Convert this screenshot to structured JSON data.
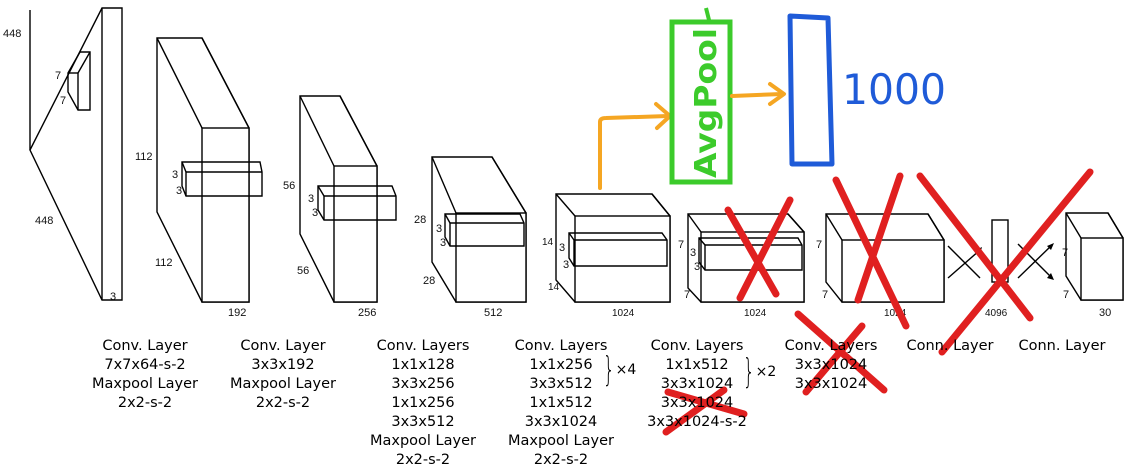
{
  "dimensions": {
    "input_h": "448",
    "input_w": "448",
    "input_c": "3",
    "input_k1": "7",
    "input_k2": "7",
    "b1_h": "112",
    "b1_w": "112",
    "b1_c": "192",
    "b1_k1": "3",
    "b1_k2": "3",
    "b2_h": "56",
    "b2_w": "56",
    "b2_c": "256",
    "b2_k1": "3",
    "b2_k2": "3",
    "b3_h": "28",
    "b3_w": "28",
    "b3_c": "512",
    "b3_k1": "3",
    "b3_k2": "3",
    "b4_h": "14",
    "b4_w": "14",
    "b4_c": "1024",
    "b4_k1": "3",
    "b4_k2": "3",
    "b5_h": "7",
    "b5_w": "7",
    "b5_c": "1024",
    "b5_k1": "3",
    "b5_k2": "3",
    "b6_h": "7",
    "b6_w": "7",
    "b6_c": "1024",
    "fc1": "4096",
    "out_h": "7",
    "out_w": "7",
    "out_c": "30"
  },
  "captions": {
    "c1": [
      "Conv. Layer",
      "7x7x64-s-2",
      "Maxpool Layer",
      "2x2-s-2"
    ],
    "c2": [
      "Conv. Layer",
      "3x3x192",
      "Maxpool Layer",
      "2x2-s-2"
    ],
    "c3": [
      "Conv. Layers",
      "1x1x128",
      "3x3x256",
      "1x1x256",
      "3x3x512",
      "Maxpool Layer",
      "2x2-s-2"
    ],
    "c4": [
      "Conv. Layers",
      "1x1x256",
      "3x3x512",
      "1x1x512",
      "3x3x1024",
      "Maxpool Layer",
      "2x2-s-2"
    ],
    "c4_repeat": "×4",
    "c5": [
      "Conv. Layers",
      "1x1x512",
      "3x3x1024",
      "3x3x1024",
      "3x3x1024-s-2"
    ],
    "c5_repeat": "×2",
    "c6": [
      "Conv. Layers",
      "3x3x1024",
      "3x3x1024"
    ],
    "c7": "Conn. Layer",
    "c8": "Conn. Layer"
  },
  "annotations": {
    "avgpool_text": "AvgPool",
    "output_text": "1000",
    "colors": {
      "arrow": "#F5A623",
      "avgpool": "#3CCB2B",
      "output": "#1F5BD8",
      "cross": "#E02020"
    }
  }
}
